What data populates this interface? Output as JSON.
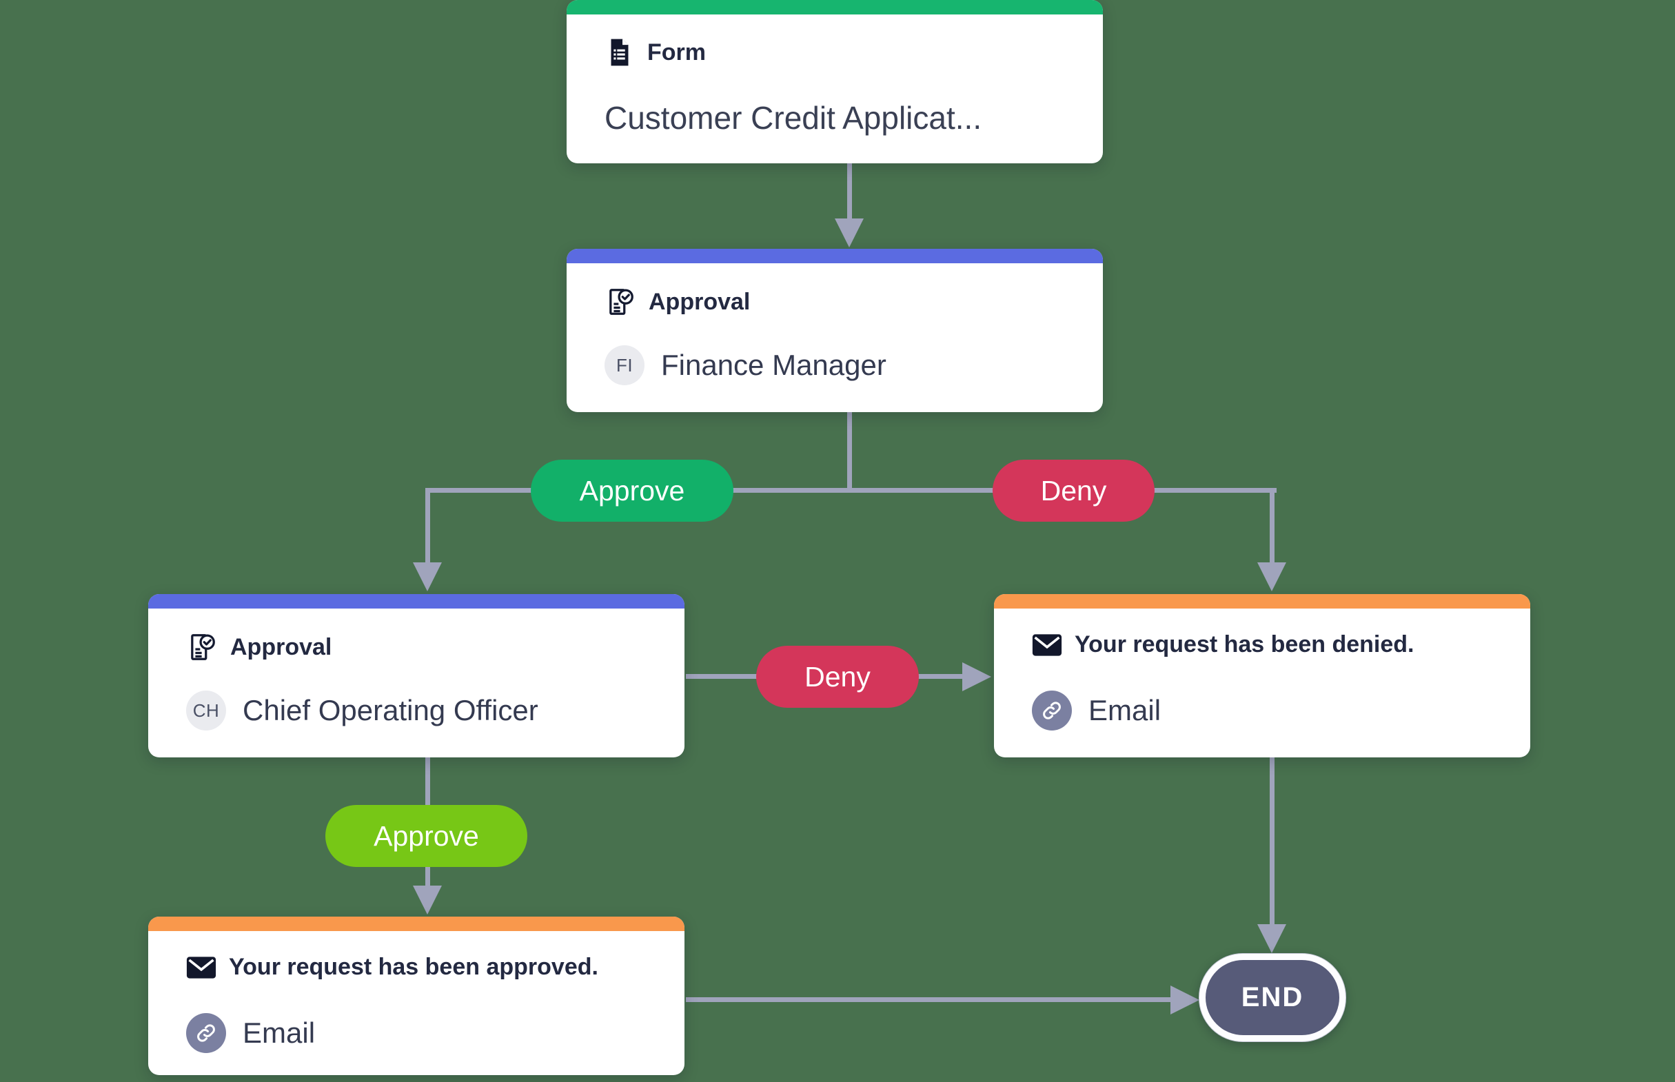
{
  "diagram": {
    "background_color": "#48714E",
    "connector_color": "#A0A4BC",
    "nodes": {
      "form": {
        "type_label": "Form",
        "title": "Customer Credit Applicat...",
        "accent_color": "#17B56F",
        "icon": "form-icon"
      },
      "finance_approval": {
        "type_label": "Approval",
        "assignee_initials": "FI",
        "assignee": "Finance Manager",
        "accent_color": "#5B6BE1",
        "icon": "approval-icon"
      },
      "coo_approval": {
        "type_label": "Approval",
        "assignee_initials": "CH",
        "assignee": "Chief Operating Officer",
        "accent_color": "#5B6BE1",
        "icon": "approval-icon"
      },
      "denied_email": {
        "subject": "Your request has been denied.",
        "channel": "Email",
        "accent_color": "#F9984C",
        "icon": "mail-icon",
        "channel_icon": "link-icon"
      },
      "approved_email": {
        "subject": "Your request has been approved.",
        "channel": "Email",
        "accent_color": "#F9984C",
        "icon": "mail-icon",
        "channel_icon": "link-icon"
      }
    },
    "branch_labels": {
      "fm_approve": {
        "label": "Approve",
        "color": "#12B069"
      },
      "fm_deny": {
        "label": "Deny",
        "color": "#D4365A"
      },
      "coo_deny": {
        "label": "Deny",
        "color": "#D4365A"
      },
      "coo_approve": {
        "label": "Approve",
        "color": "#77C716"
      }
    },
    "end_node": {
      "label": "END",
      "fill_color": "#575B79"
    }
  }
}
